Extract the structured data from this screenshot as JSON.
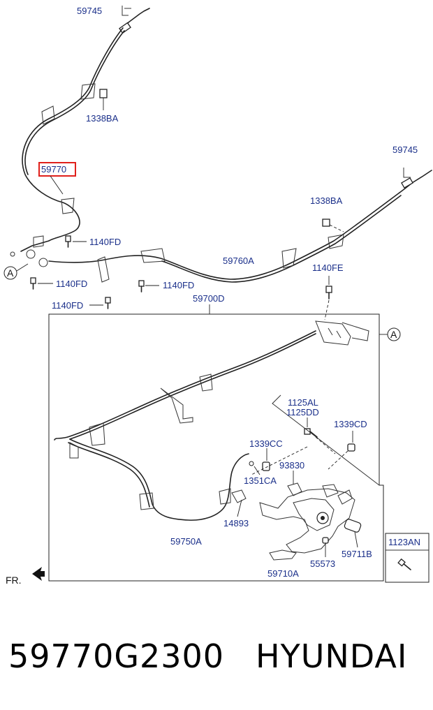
{
  "labels": {
    "l59745a": "59745",
    "l1338ba_top": "1338BA",
    "l59770": "59770",
    "l59745b": "59745",
    "l1338ba_mid": "1338BA",
    "l1140fd_1": "1140FD",
    "l59760a": "59760A",
    "l1140fe": "1140FE",
    "l1140fd_2": "1140FD",
    "l1140fd_3": "1140FD",
    "l1140fd_4": "1140FD",
    "l59700d": "59700D",
    "l1125al": "1125AL",
    "l1125dd": "1125DD",
    "l1339cd": "1339CD",
    "l1339cc": "1339CC",
    "l93830": "93830",
    "l1351ca": "1351CA",
    "l14893": "14893",
    "l59750a": "59750A",
    "l55573": "55573",
    "l59711b": "59711B",
    "l59710a": "59710A",
    "l1123an": "1123AN",
    "ref_a_left": "A",
    "ref_a_right": "A",
    "fr": "FR."
  },
  "footer": {
    "part_number": "59770G2300",
    "brand": "HYUNDAI"
  },
  "colors": {
    "label": "#1a2f8a",
    "highlight_box": "#e0201b",
    "line": "#222222"
  }
}
